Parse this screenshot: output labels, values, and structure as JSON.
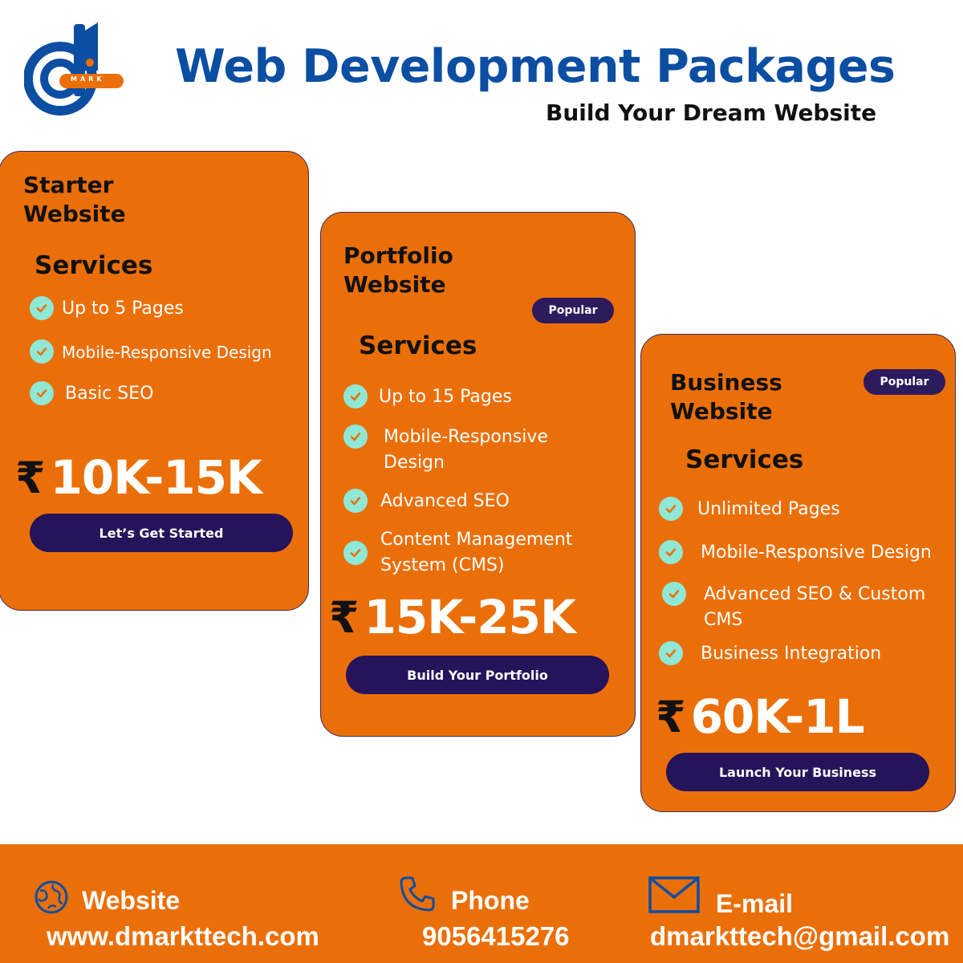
{
  "header": {
    "logo_text": "MARK",
    "title": "Web Development Packages",
    "subtitle": "Build Your Dream Website"
  },
  "colors": {
    "orange": "#eb6f09",
    "navy": "#25145a",
    "blue": "#0b4ea2",
    "check": "#8fe8d6"
  },
  "cards": [
    {
      "title_line1": "Starter",
      "title_line2": "Website",
      "services_label": "Services",
      "items": [
        "Up to 5 Pages",
        "Mobile-Responsive Design",
        "Basic SEO"
      ],
      "currency": "₹",
      "price": "10K-15K",
      "cta": "Let’s Get Started"
    },
    {
      "title_line1": "Portfolio",
      "title_line2": "Website",
      "badge": "Popular",
      "services_label": "Services",
      "items": [
        "Up to 15 Pages",
        "Mobile-Responsive Design",
        "Advanced SEO",
        "Content Management System (CMS)"
      ],
      "currency": "₹",
      "price": "15K-25K",
      "cta": "Build Your Portfolio"
    },
    {
      "title_line1": "Business",
      "title_line2": "Website",
      "badge": "Popular",
      "services_label": "Services",
      "items": [
        "Unlimited Pages",
        "Mobile-Responsive Design",
        "Advanced SEO & Custom CMS",
        "Business Integration"
      ],
      "currency": "₹",
      "price": "60K-1L",
      "cta": "Launch Your Business"
    }
  ],
  "footer": {
    "website_label": "Website",
    "website_value": "www.dmarkttech.com",
    "phone_label": "Phone",
    "phone_value": "9056415276",
    "email_label": "E-mail",
    "email_value": "dmarkttech@gmail.com",
    "icons": [
      "globe-icon",
      "phone-icon",
      "mail-icon"
    ]
  }
}
